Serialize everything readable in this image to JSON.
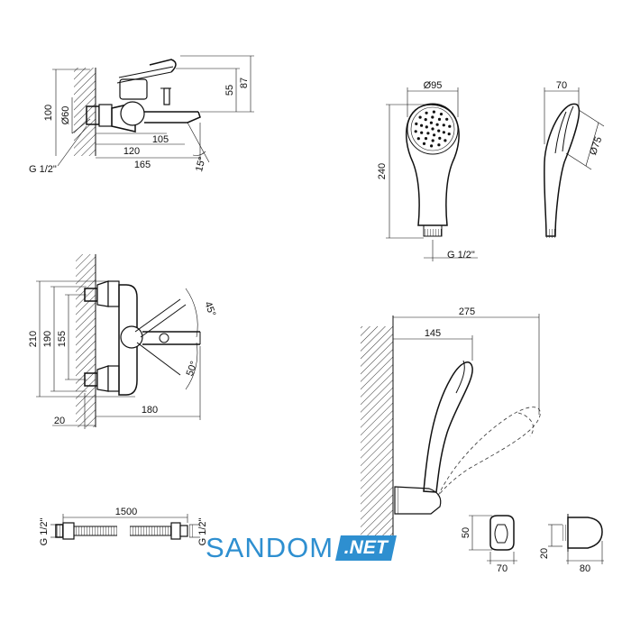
{
  "views": {
    "side": {
      "dims": [
        "100",
        "Ø60",
        "55",
        "87",
        "105",
        "120",
        "165",
        "15°",
        "G 1/2\""
      ]
    },
    "front": {
      "dims": [
        "210",
        "190",
        "155",
        "45°",
        "50°",
        "20",
        "180"
      ]
    },
    "hand_shower_front": {
      "dims": [
        "Ø95",
        "240",
        "G 1/2\""
      ]
    },
    "hand_shower_side": {
      "dims": [
        "70",
        "Ø75"
      ]
    },
    "hose": {
      "dims": [
        "1500",
        "G 1/2\"",
        "G 1/2\""
      ]
    },
    "holder_install": {
      "dims": [
        "275",
        "145"
      ]
    },
    "holder_front": {
      "dims": [
        "50",
        "70"
      ]
    },
    "holder_side": {
      "dims": [
        "20",
        "80"
      ]
    }
  },
  "brand": {
    "name": "SANDOM",
    "tld": ".NET",
    "color": "#2e8fd0"
  }
}
